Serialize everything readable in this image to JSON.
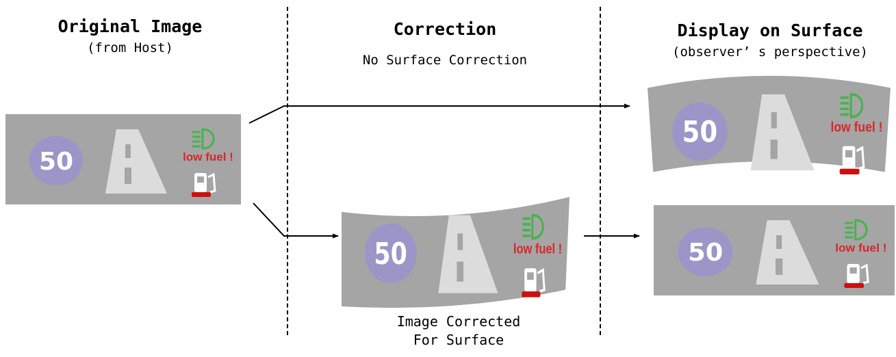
{
  "columns": {
    "original": {
      "title": "Original Image",
      "subtitle": "(from Host)"
    },
    "correction": {
      "title": "Correction",
      "subtitle": "No Surface Correction"
    },
    "display": {
      "title": "Display on Surface",
      "subtitle": "(observer’ s perspective)"
    }
  },
  "corrected_caption": {
    "line1": "Image Corrected",
    "line2": "For Surface"
  },
  "panel": {
    "speed": "50",
    "warning": "low fuel !",
    "colors": {
      "background": "#a5a5a5",
      "speed_circle": "#9b95c8",
      "road": "#dcdcdc",
      "warning": "#d8262a",
      "headlight": "#43b54a",
      "fuel_pump": "#ffffff",
      "pump_base": "#cc1010"
    }
  }
}
